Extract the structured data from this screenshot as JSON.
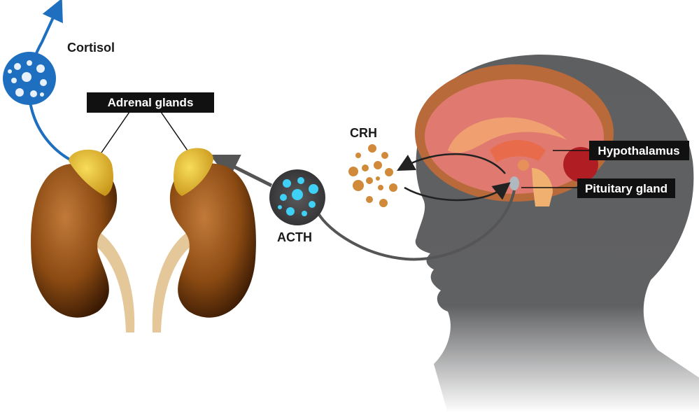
{
  "labels": {
    "cortisol": "Cortisol",
    "adrenal_glands": "Adrenal glands",
    "crh": "CRH",
    "acth": "ACTH",
    "hypothalamus": "Hypothalamus",
    "pituitary_gland": "Pituitary gland"
  },
  "colors": {
    "head": "#5e5f61",
    "kidney": "#8a4a12",
    "adrenal": "#e8b92a",
    "cortisol": "#1f6fc0",
    "acth_particles": "#3fd0f5",
    "crh_particles": "#d08a3a",
    "label_box": "#111111"
  }
}
